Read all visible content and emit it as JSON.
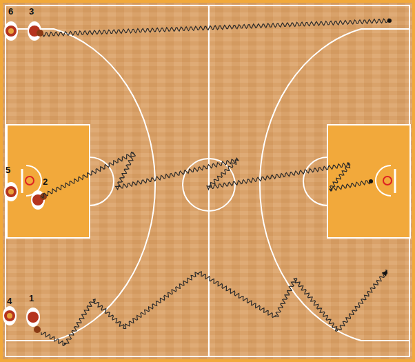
{
  "diagram": {
    "labels": [
      "6",
      "3",
      "5",
      "2",
      "4",
      "1"
    ]
  }
}
